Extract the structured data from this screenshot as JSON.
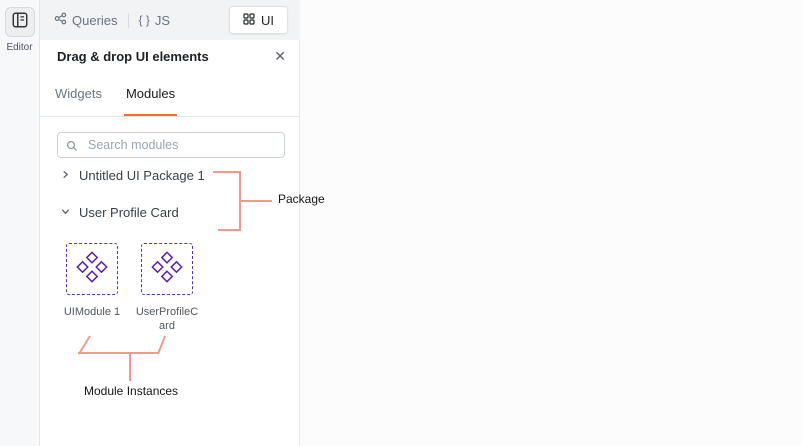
{
  "colors": {
    "accent_orange": "#f86a2b",
    "annotation_salmon": "#f2998e",
    "module_purple": "#5b21b6",
    "module_border_indigo": "#4338ca"
  },
  "rail": {
    "editor_label": "Editor"
  },
  "topbar": {
    "queries_label": "Queries",
    "js_braces": "{ }",
    "js_label": "JS",
    "ui_label": "UI"
  },
  "panel": {
    "title": "Drag & drop UI elements",
    "close_glyph": "✕",
    "tabs": [
      {
        "label": "Widgets",
        "active": false
      },
      {
        "label": "Modules",
        "active": true
      }
    ],
    "search": {
      "placeholder": "Search modules"
    },
    "tree": [
      {
        "label": "Untitled UI Package 1",
        "expanded": false
      },
      {
        "label": "User Profile Card",
        "expanded": true
      }
    ],
    "modules": [
      {
        "label": "UIModule 1"
      },
      {
        "label": "UserProfileCard"
      }
    ]
  },
  "annotations": {
    "package_label": "Package",
    "instances_label": "Module Instances"
  }
}
